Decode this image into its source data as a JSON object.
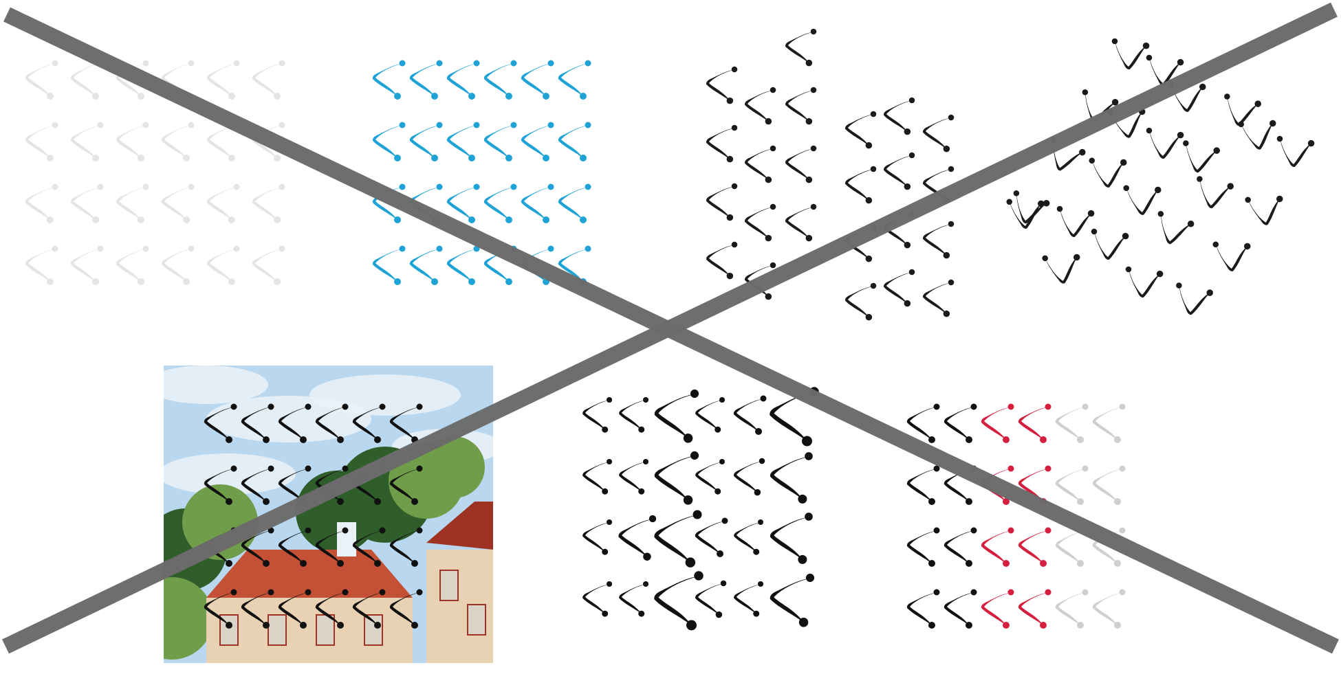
{
  "figure": {
    "description_visible_text": [],
    "cross_out": {
      "present": true,
      "color": "#6b6b6b"
    },
    "panels": [
      {
        "name": "light-grey-grid",
        "arrangement": "grid",
        "rows": 4,
        "cols": 6,
        "color": "#e3e4e6"
      },
      {
        "name": "blue-grid",
        "arrangement": "grid",
        "rows": 4,
        "cols": 6,
        "color": "#1fa3d6"
      },
      {
        "name": "black-irregular-columns",
        "arrangement": "columns",
        "color": "#1b1b1b"
      },
      {
        "name": "black-rotated-scatter",
        "arrangement": "scatter",
        "color": "#1b1b1b"
      },
      {
        "name": "photo-background-grid",
        "arrangement": "grid",
        "rows": 4,
        "cols": 6,
        "color": "#111111",
        "background": "photo-of-house-and-trees"
      },
      {
        "name": "black-varying-size-grid",
        "arrangement": "grid",
        "rows": 4,
        "cols": 6,
        "color": "#111111"
      },
      {
        "name": "mixed-color-grid",
        "arrangement": "grid",
        "rows": 4,
        "cols": 6,
        "column_colors": [
          "#111111",
          "#111111",
          "#d51f3f",
          "#d51f3f",
          "#cfcfcf",
          "#cfcfcf"
        ]
      }
    ],
    "photo_colors": {
      "sky": "#b9d7ee",
      "cloud": "#eaf2f8",
      "tree_dark": "#2f5e2b",
      "tree_light": "#6f9d49",
      "roof": "#c45035",
      "roof_dark": "#9f3323",
      "wall": "#e8d2b3",
      "window": "#d9d3c8"
    }
  }
}
